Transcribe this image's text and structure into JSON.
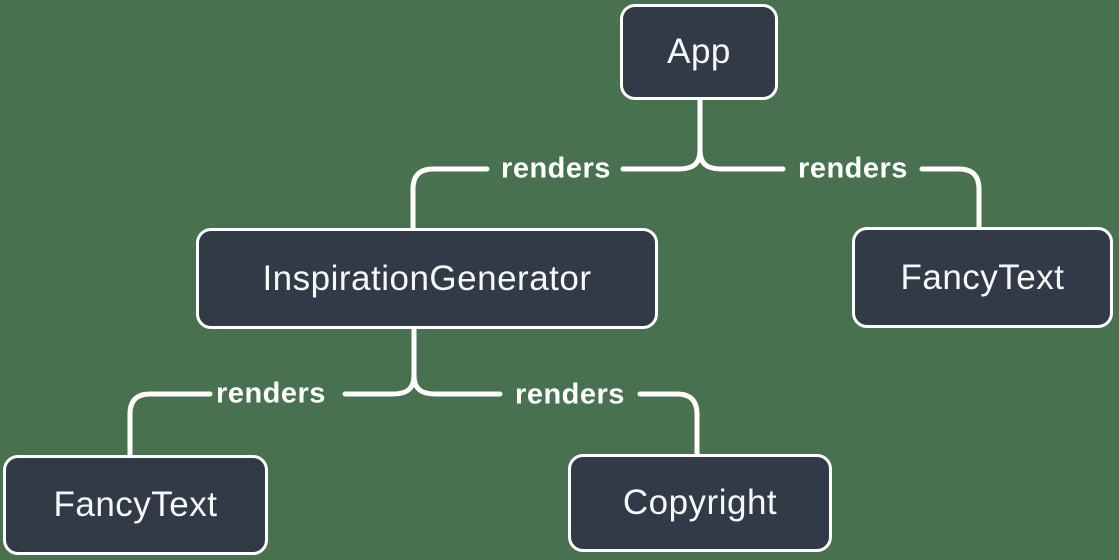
{
  "colors": {
    "background": "#47714F",
    "node_fill": "#323A47",
    "node_border": "#FFFFFF",
    "node_text": "#F6F7F9",
    "edge": "#FFFFFF",
    "edge_label_text": "#FFFFFF"
  },
  "diagram": {
    "type": "component-render-tree",
    "nodes": [
      {
        "id": "app",
        "label": "App"
      },
      {
        "id": "inspiration-generator",
        "label": "InspirationGenerator"
      },
      {
        "id": "fancy-text-top",
        "label": "FancyText"
      },
      {
        "id": "fancy-text-bottom",
        "label": "FancyText"
      },
      {
        "id": "copyright",
        "label": "Copyright"
      }
    ],
    "edges": [
      {
        "from": "App",
        "to": "InspirationGenerator",
        "label": "renders"
      },
      {
        "from": "App",
        "to": "FancyText",
        "label": "renders"
      },
      {
        "from": "InspirationGenerator",
        "to": "FancyText",
        "label": "renders"
      },
      {
        "from": "InspirationGenerator",
        "to": "Copyright",
        "label": "renders"
      }
    ]
  }
}
